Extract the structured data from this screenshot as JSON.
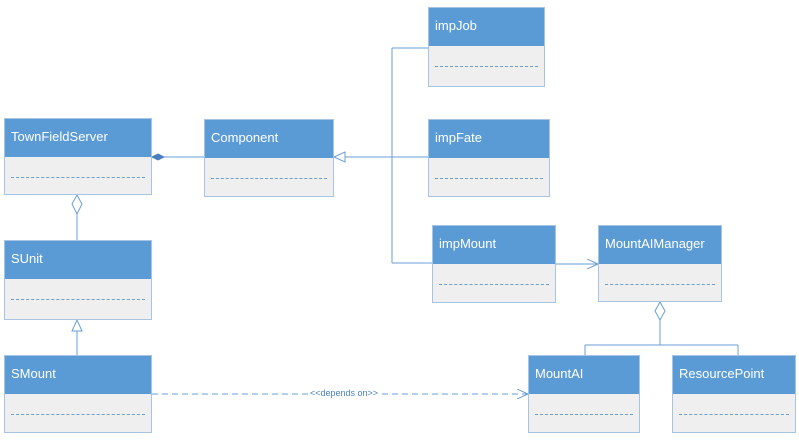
{
  "classes": {
    "impJob": "impJob",
    "impFate": "impFate",
    "impMount": "impMount",
    "townFieldServer": "TownFieldServer",
    "component": "Component",
    "sUnit": "SUnit",
    "sMount": "SMount",
    "mountAIManager": "MountAIManager",
    "mountAI": "MountAI",
    "resourcePoint": "ResourcePoint"
  },
  "relations": {
    "depends_label": "<<depends on>>"
  },
  "colors": {
    "header": "#5b9bd5",
    "body": "#efefef",
    "line": "#6a9fd4"
  }
}
